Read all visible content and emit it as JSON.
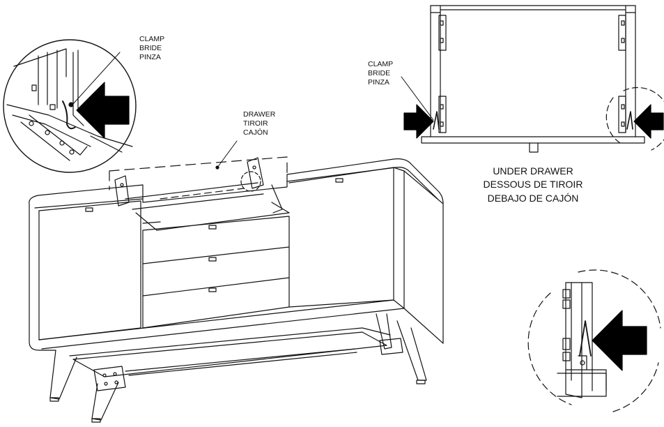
{
  "labels": {
    "clamp_detail": {
      "line1": "CLAMP",
      "line2": "BRIDE",
      "line3": "PINZA"
    },
    "drawer": {
      "line1": "DRAWER",
      "line2": "TIROIR",
      "line3": "CAJÓN"
    },
    "clamp_under": {
      "line1": "CLAMP",
      "line2": "BRIDE",
      "line3": "PINZA"
    },
    "under_drawer": {
      "line1": "UNDER DRAWER",
      "line2": "DESSOUS DE TIROIR",
      "line3": "DEBAJO DE CAJÓN"
    }
  },
  "colors": {
    "ink": "#111111",
    "paper": "#ffffff",
    "arrow": "#000000"
  }
}
